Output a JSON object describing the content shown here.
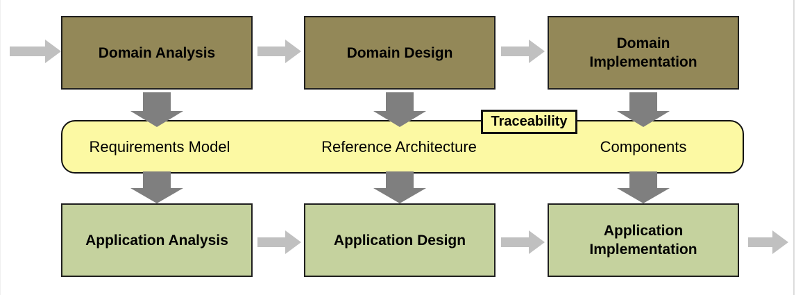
{
  "diagram": {
    "title_semantics": "Domain and Application Engineering Process Flow",
    "domain_row": {
      "analysis": "Domain Analysis",
      "design": "Domain Design",
      "implementation": "Domain Implementation"
    },
    "banner": {
      "tag": "Traceability",
      "requirements_model": "Requirements Model",
      "reference_architecture": "Reference Architecture",
      "components": "Components"
    },
    "application_row": {
      "analysis": "Application Analysis",
      "design": "Application Design",
      "implementation": "Application Implementation"
    },
    "colors": {
      "domain_box_fill": "#938858",
      "application_box_fill": "#C5D29E",
      "banner_fill": "#FCF9A3",
      "box_border": "#1F1F1F",
      "down_arrow": "#7F7F7F",
      "flow_arrow": "#C0C0C0"
    }
  }
}
